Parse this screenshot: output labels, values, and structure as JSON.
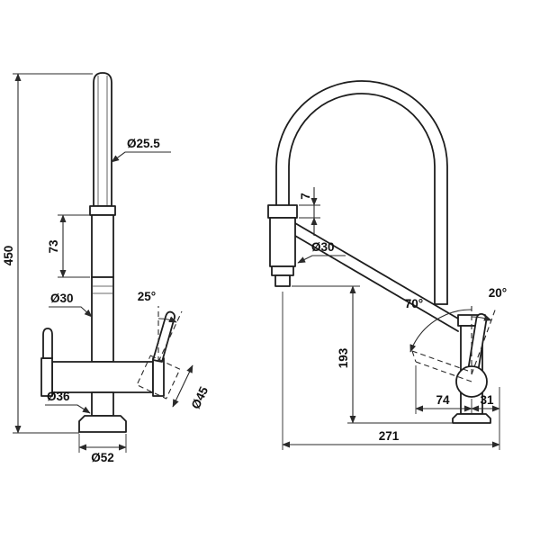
{
  "colors": {
    "line": "#1d1d1d",
    "dimension": "#2a2a2a",
    "background": "#ffffff"
  },
  "front_view": {
    "spout_diameter": "Ø25.5",
    "overall_height": "450",
    "upper_body_length": "73",
    "body_diameter": "Ø30",
    "lever_angle": "25°",
    "neck_diameter": "Ø36",
    "lever_base_diameter": "Ø45",
    "base_diameter": "Ø52"
  },
  "side_view": {
    "spout_cap_height": "7",
    "spout_head_diameter": "Ø30",
    "lever_forward_angle": "70°",
    "lever_side_angle": "20°",
    "spout_outlet_height": "193",
    "lever_reach": "74",
    "lever_offset": "31",
    "overall_depth": "271"
  }
}
